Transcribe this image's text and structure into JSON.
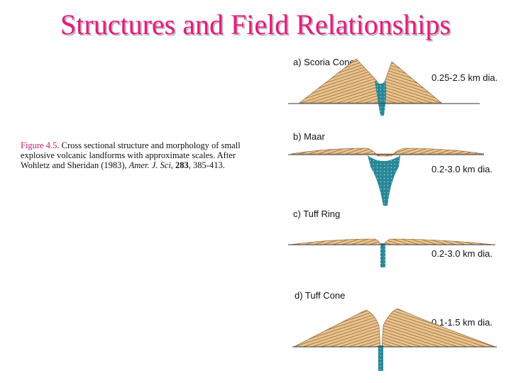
{
  "title": "Structures and Field Relationships",
  "caption": {
    "figure_label": "Figure 4.5",
    "text_1": ". Cross sectional structure and morphology of small explosive volcanic landforms with approximate scales. After Wohletz and Sheridan (1983), ",
    "journal": "Amer. J. Sci",
    "text_2": ", ",
    "volume": "283",
    "text_3": ", 385-413."
  },
  "panels": [
    {
      "label": "a) Scoria Cone",
      "dimension": "0.25-2.5 km dia."
    },
    {
      "label": "b) Maar",
      "dimension": "0.2-3.0 km dia."
    },
    {
      "label": "c) Tuff Ring",
      "dimension": "0.2-3.0 km dia."
    },
    {
      "label": "d) Tuff Cone",
      "dimension": "0.1-1.5 km dia."
    }
  ],
  "colors": {
    "title": "#e8197e",
    "title_shadow": "#b8b8b8",
    "tephra": "#e9c48f",
    "tephra_lines": "#8a5a2b",
    "conduit": "#2a8a9a",
    "ground": "#333333"
  }
}
